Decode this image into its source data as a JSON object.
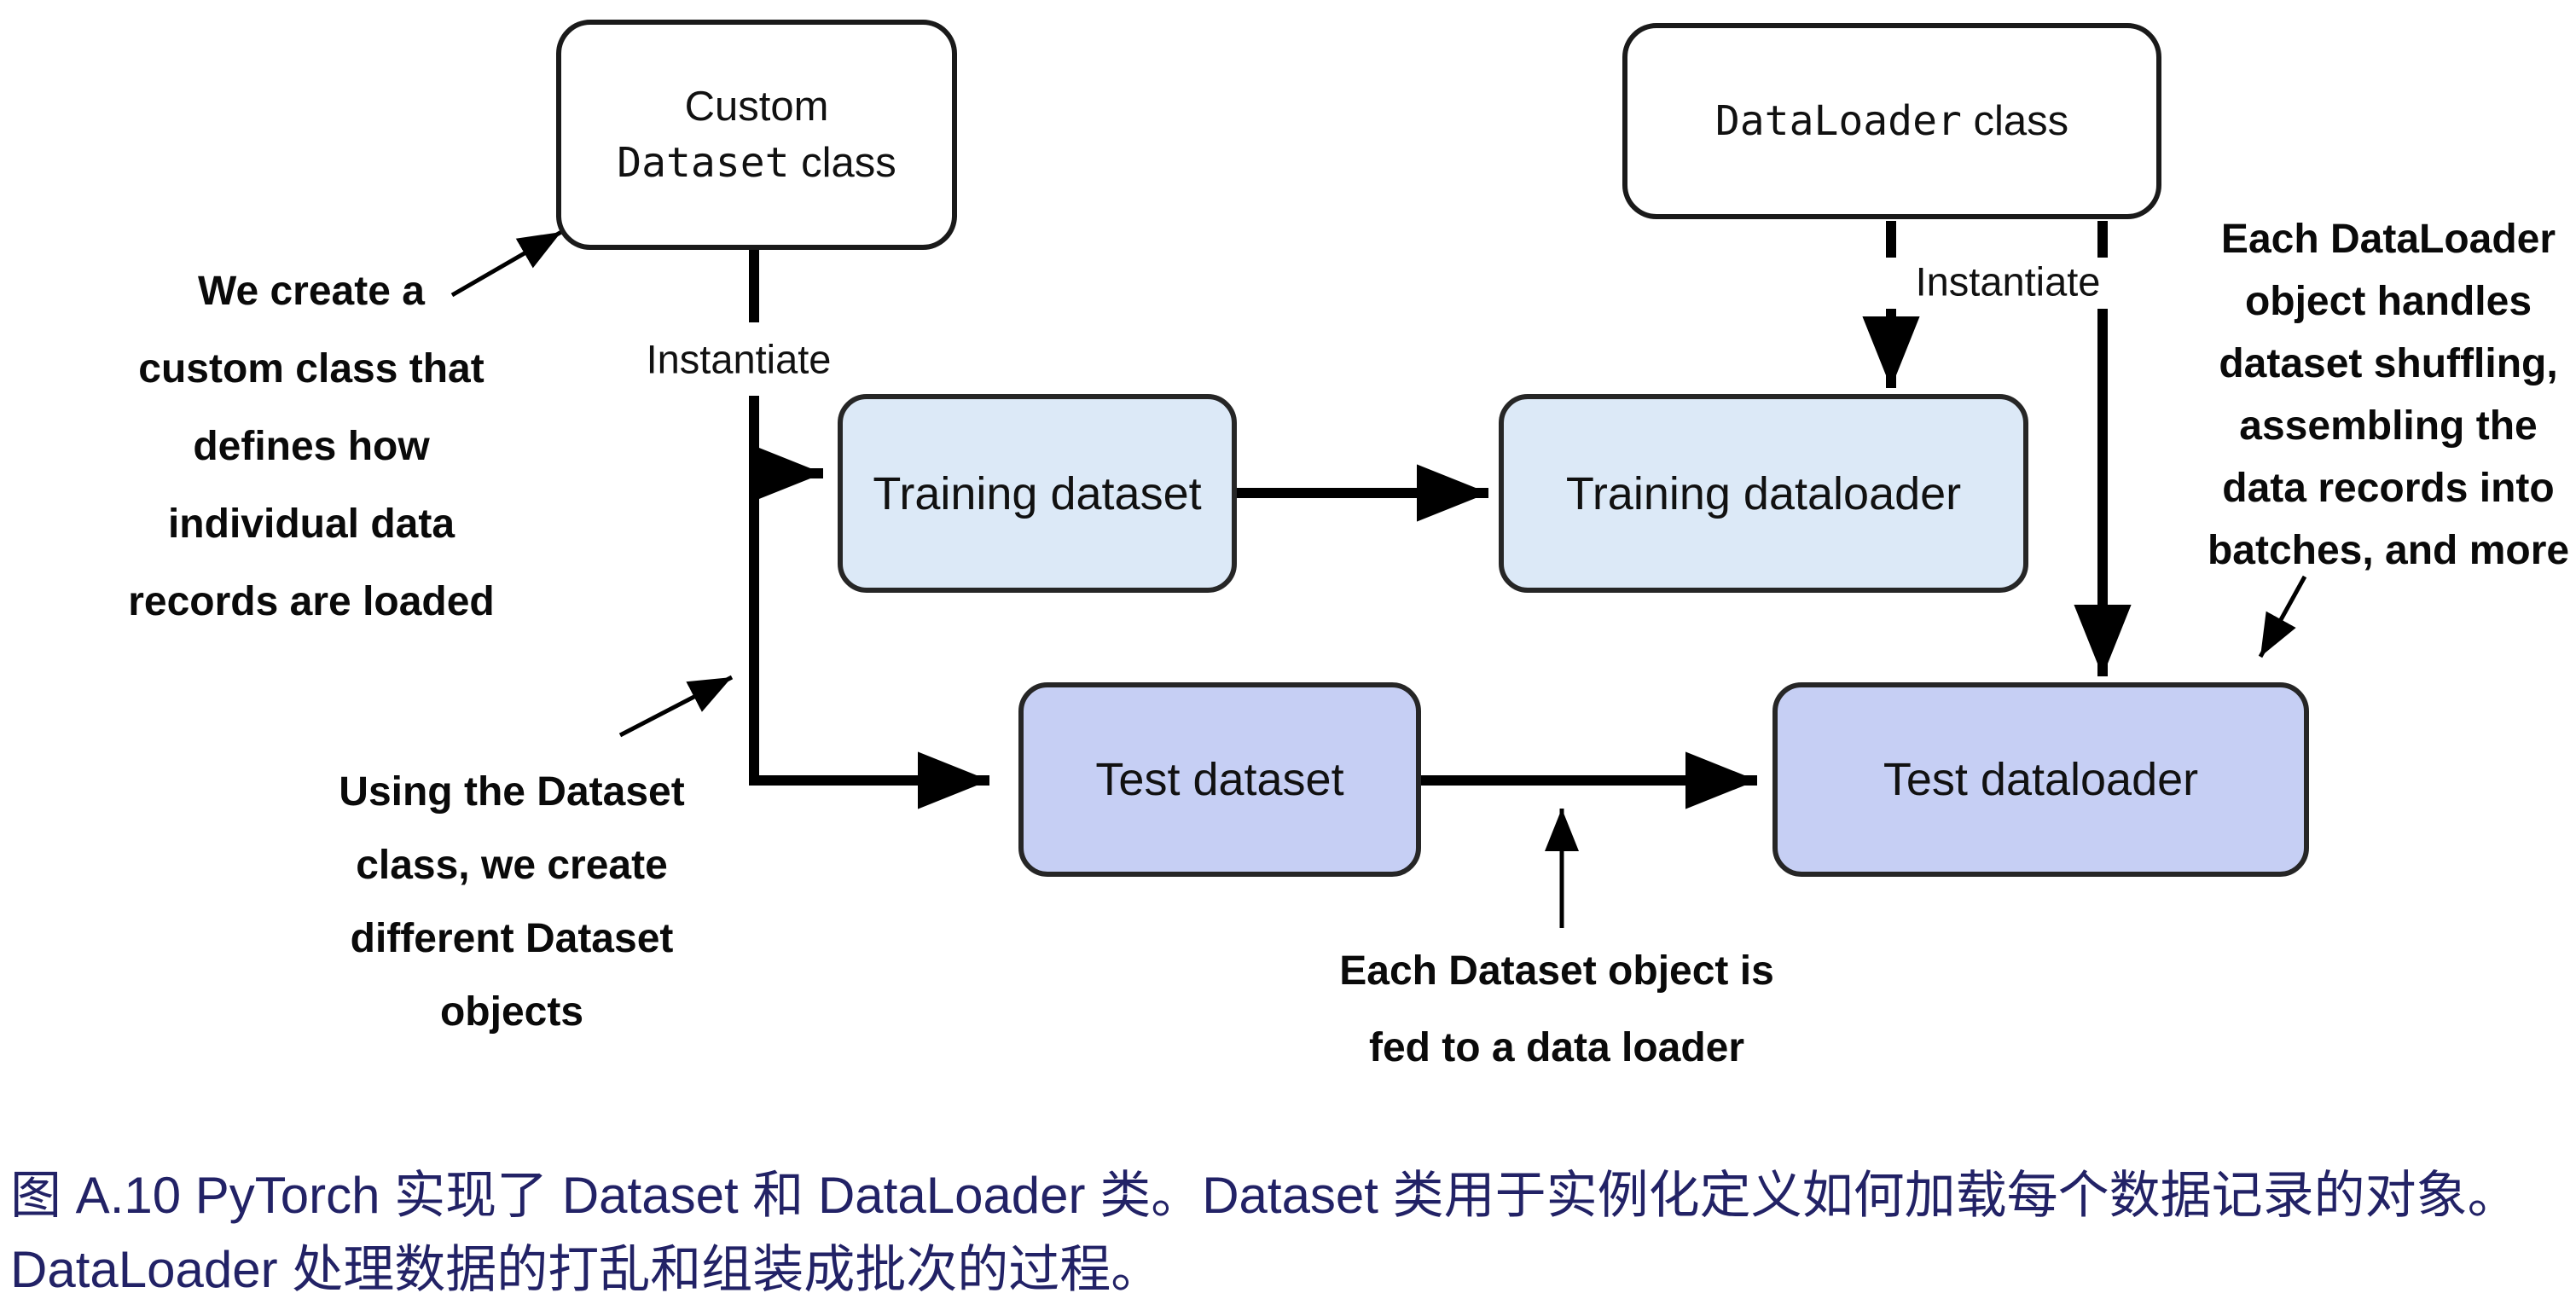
{
  "figure": {
    "boxes": {
      "custom_dataset_class": {
        "line1": "Custom",
        "code": "Dataset",
        "suffix": " class"
      },
      "dataloader_class": {
        "code": "DataLoader",
        "suffix": " class"
      },
      "training_dataset": {
        "label": "Training dataset"
      },
      "training_dataloader": {
        "label": "Training dataloader"
      },
      "test_dataset": {
        "label": "Test dataset"
      },
      "test_dataloader": {
        "label": "Test dataloader"
      }
    },
    "edge_labels": {
      "instantiate_left": "Instantiate",
      "instantiate_right": "Instantiate"
    },
    "notes": {
      "left": [
        "We create a",
        "custom class that",
        "defines how",
        "individual data",
        "records are loaded"
      ],
      "bottom_left": [
        "Using the Dataset",
        "class, we create",
        "different Dataset",
        "objects"
      ],
      "bottom_middle": [
        "Each Dataset object is",
        "fed to a data loader"
      ],
      "right": [
        "Each DataLoader",
        "object handles",
        "dataset shuffling,",
        "assembling the",
        "data records into",
        "batches, and more"
      ]
    },
    "colors": {
      "training_box_fill": "#dce9f7",
      "test_box_fill": "#c6cff4",
      "plain_box_fill": "#ffffff",
      "box_border": "#1f1f1f",
      "arrow": "#000000",
      "caption_text": "#222266"
    }
  },
  "caption": {
    "line1": "图 A.10 PyTorch 实现了 Dataset 和 DataLoader 类。Dataset 类用于实例化定义如何加载每个数据记录的对象。",
    "line2": "DataLoader 处理数据的打乱和组装成批次的过程。"
  }
}
